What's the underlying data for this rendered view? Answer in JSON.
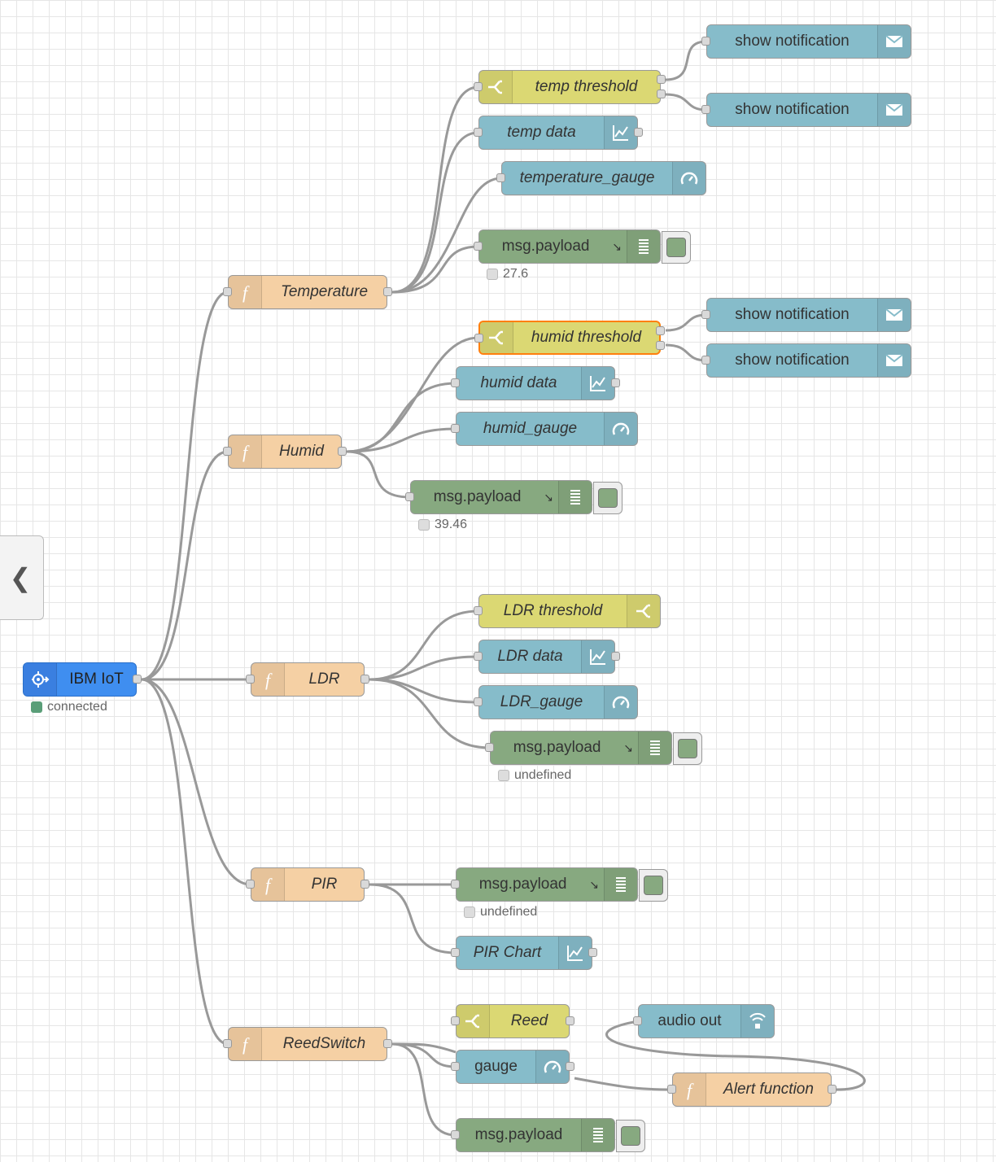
{
  "workspace": {
    "sidebar_toggle_icon": "chevron-left-icon"
  },
  "nodes": {
    "ibm_iot": {
      "label": "IBM IoT",
      "status": "connected",
      "icon": "chip-icon"
    },
    "temperature": {
      "label": "Temperature",
      "icon": "function-icon"
    },
    "humid": {
      "label": "Humid",
      "icon": "function-icon"
    },
    "ldr": {
      "label": "LDR",
      "icon": "function-icon"
    },
    "pir": {
      "label": "PIR",
      "icon": "function-icon"
    },
    "reedswitch": {
      "label": "ReedSwitch",
      "icon": "function-icon"
    },
    "temp_threshold": {
      "label": "temp threshold",
      "icon": "switch-icon"
    },
    "temp_notif_1": {
      "label": "show notification",
      "icon": "envelope-icon"
    },
    "temp_notif_2": {
      "label": "show notification",
      "icon": "envelope-icon"
    },
    "temp_data": {
      "label": "temp data",
      "icon": "chart-icon"
    },
    "temperature_gauge": {
      "label": "temperature_gauge",
      "icon": "gauge-icon"
    },
    "temp_debug": {
      "label": "msg.payload",
      "status": "27.6",
      "icon": "list-icon"
    },
    "humid_threshold": {
      "label": "humid threshold",
      "icon": "switch-icon"
    },
    "humid_notif_1": {
      "label": "show notification",
      "icon": "envelope-icon"
    },
    "humid_notif_2": {
      "label": "show notification",
      "icon": "envelope-icon"
    },
    "humid_data": {
      "label": "humid data",
      "icon": "chart-icon"
    },
    "humid_gauge": {
      "label": "humid_gauge",
      "icon": "gauge-icon"
    },
    "humid_debug": {
      "label": "msg.payload",
      "status": "39.46",
      "icon": "list-icon"
    },
    "ldr_threshold": {
      "label": "LDR threshold",
      "icon": "switch-icon"
    },
    "ldr_data": {
      "label": "LDR data",
      "icon": "chart-icon"
    },
    "ldr_gauge": {
      "label": "LDR_gauge",
      "icon": "gauge-icon"
    },
    "ldr_debug": {
      "label": "msg.payload",
      "status": "undefined",
      "icon": "list-icon"
    },
    "pir_debug": {
      "label": "msg.payload",
      "status": "undefined",
      "icon": "list-icon"
    },
    "pir_chart": {
      "label": "PIR Chart",
      "icon": "chart-icon"
    },
    "reed": {
      "label": "Reed",
      "icon": "switch-icon"
    },
    "audio_out": {
      "label": "audio out",
      "icon": "speaker-icon"
    },
    "gauge": {
      "label": "gauge",
      "icon": "gauge-icon"
    },
    "alert_function": {
      "label": "Alert function",
      "icon": "function-icon"
    },
    "reed_debug": {
      "label": "msg.payload",
      "icon": "list-icon"
    }
  },
  "colors": {
    "function": "#f5d0a4",
    "switch": "#dbd873",
    "dashboard": "#86bcca",
    "debug": "#87a980",
    "ibm_iot": "#3f8ef0",
    "selected_outline": "#ff7f0e",
    "wire": "#999999"
  }
}
